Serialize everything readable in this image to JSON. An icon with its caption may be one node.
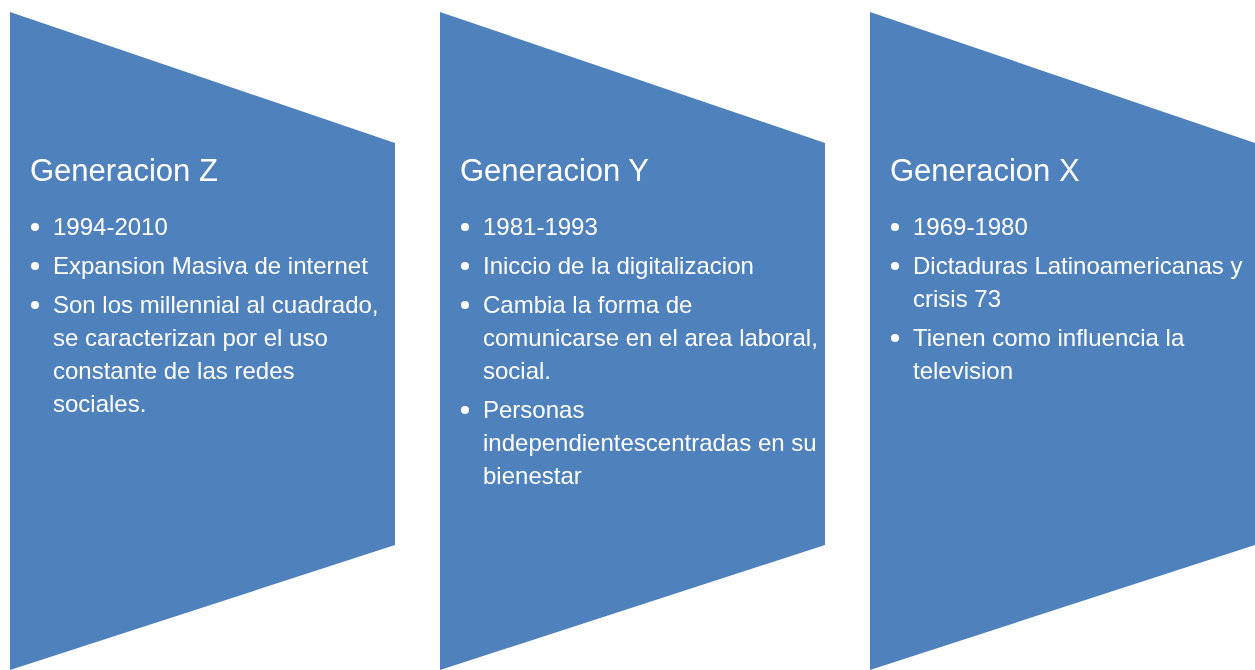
{
  "diagram": {
    "nodes": [
      {
        "text": [
          "Generacion Z",
          "1994-2010",
          "Expansion Masiva de internet",
          "Son los millennial al cuadrado, se caracterizan por el uso constante de las redes sociales."
        ]
      },
      {
        "text": [
          "Generacion Y",
          "1981-1993",
          "Iniccio de la digitalizacion",
          "Cambia la forma de comunicarse en el area laboral, social.",
          "Personas independientescentradas en su bienestar"
        ]
      },
      {
        "text": [
          "Generacion X",
          "1969-1980",
          "Dictaduras Latinoamericanas y crisis 73",
          "Tienen como influencia la television"
        ]
      }
    ]
  }
}
